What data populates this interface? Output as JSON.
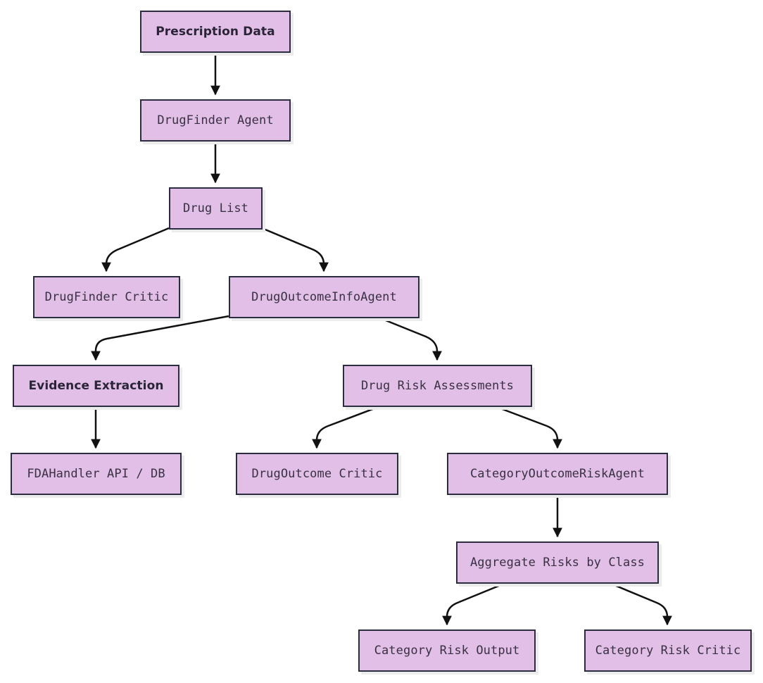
{
  "diagram": {
    "nodes": {
      "prescription_data": "Prescription Data",
      "drugfinder_agent": "DrugFinder Agent",
      "drug_list": "Drug List",
      "drugfinder_critic": "DrugFinder Critic",
      "drugoutcomeinfoagent": "DrugOutcomeInfoAgent",
      "evidence_extraction": "Evidence Extraction",
      "drug_risk_assessments": "Drug Risk Assessments",
      "fdahandler_api_db": "FDAHandler API / DB",
      "drugoutcome_critic": "DrugOutcome Critic",
      "categoryoutcomeriskagent": "CategoryOutcomeRiskAgent",
      "aggregate_risks_by_class": "Aggregate Risks by Class",
      "category_risk_output": "Category Risk Output",
      "category_risk_critic": "Category Risk Critic"
    },
    "edges": [
      {
        "from": "prescription_data",
        "to": "drugfinder_agent"
      },
      {
        "from": "drugfinder_agent",
        "to": "drug_list"
      },
      {
        "from": "drug_list",
        "to": "drugfinder_critic"
      },
      {
        "from": "drug_list",
        "to": "drugoutcomeinfoagent"
      },
      {
        "from": "drugoutcomeinfoagent",
        "to": "evidence_extraction"
      },
      {
        "from": "drugoutcomeinfoagent",
        "to": "drug_risk_assessments"
      },
      {
        "from": "evidence_extraction",
        "to": "fdahandler_api_db"
      },
      {
        "from": "drug_risk_assessments",
        "to": "drugoutcome_critic"
      },
      {
        "from": "drug_risk_assessments",
        "to": "categoryoutcomeriskagent"
      },
      {
        "from": "categoryoutcomeriskagent",
        "to": "aggregate_risks_by_class"
      },
      {
        "from": "aggregate_risks_by_class",
        "to": "category_risk_output"
      },
      {
        "from": "aggregate_risks_by_class",
        "to": "category_risk_critic"
      }
    ],
    "colors": {
      "node_fill": "#e2bfe7",
      "node_border": "#2c2c40",
      "edge": "#111111"
    }
  }
}
